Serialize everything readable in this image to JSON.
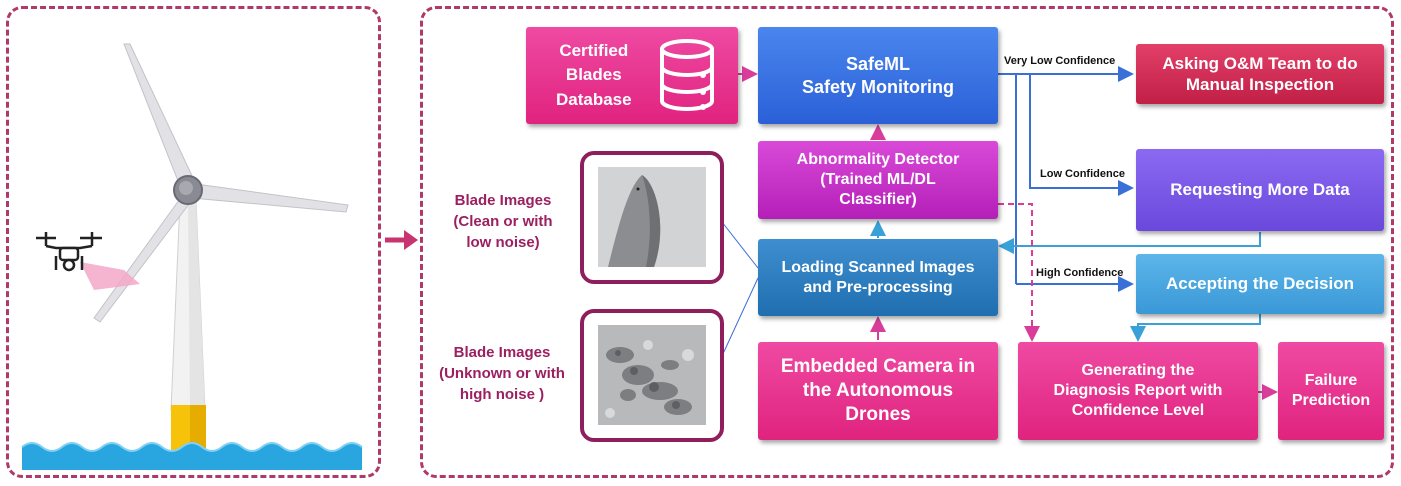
{
  "boxes": {
    "certified_db": "Certified Blades Database",
    "safeml": [
      "SafeML",
      "Safety Monitoring"
    ],
    "manual_inspection": [
      "Asking O&M Team to do",
      "Manual  Inspection"
    ],
    "abnormality": [
      "Abnormality  Detector",
      "(Trained ML/DL",
      "Classifier)"
    ],
    "requesting": "Requesting More Data",
    "loading": [
      "Loading Scanned Images",
      "and Pre-processing"
    ],
    "accepting": "Accepting the Decision",
    "camera": [
      "Embedded Camera in",
      "the Autonomous",
      "Drones"
    ],
    "report": [
      "Generating the",
      "Diagnosis  Report with",
      "Confidence Level"
    ],
    "failure": [
      "Failure",
      "Prediction"
    ]
  },
  "db_lines": [
    "Certified",
    "Blades",
    "Database"
  ],
  "labels": {
    "clean": [
      "Blade Images",
      "(Clean or with",
      "low noise)"
    ],
    "noisy": [
      "Blade Images",
      "(Unknown or with",
      "high noise )"
    ]
  },
  "confidence": {
    "very_low": "Very Low Confidence",
    "low": "Low Confidence",
    "high": "High Confidence"
  },
  "colors": {
    "frame": "#b03a67",
    "pink": "#e0237f",
    "blue": "#2b60d8",
    "arrow_blue": "#3a6fd8",
    "arrow_pink": "#d93d9a"
  }
}
